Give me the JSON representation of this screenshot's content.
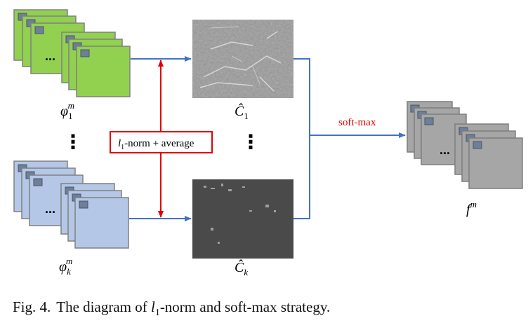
{
  "labels": {
    "phi_1": "φ",
    "phi_1_sup": "m",
    "phi_1_sub": "1",
    "phi_k": "φ",
    "phi_k_sup": "m",
    "phi_k_sub": "k",
    "c_1": "Ĉ",
    "c_1_sub": "1",
    "c_k": "Ĉ",
    "c_k_sub": "k",
    "f_m": "f",
    "f_m_sup": "m",
    "ellipsis": "...",
    "vdots": "⋮"
  },
  "operation_box": {
    "l1": "l",
    "l1_sub": "1",
    "text": "-norm + average"
  },
  "softmax_label": "soft-max",
  "caption": {
    "prefix": "Fig. 4.",
    "text_before": "The diagram of ",
    "l1": "l",
    "l1_sub": "1",
    "text_after": "-norm and soft-max strategy."
  },
  "colors": {
    "green_map": "#92d050",
    "blue_map": "#b4c7e7",
    "gray_map": "#a6a6a6",
    "patch": "#6d7f99",
    "arrow_blue": "#4472c4",
    "arrow_red": "#e00000",
    "text_red": "#e00000"
  }
}
